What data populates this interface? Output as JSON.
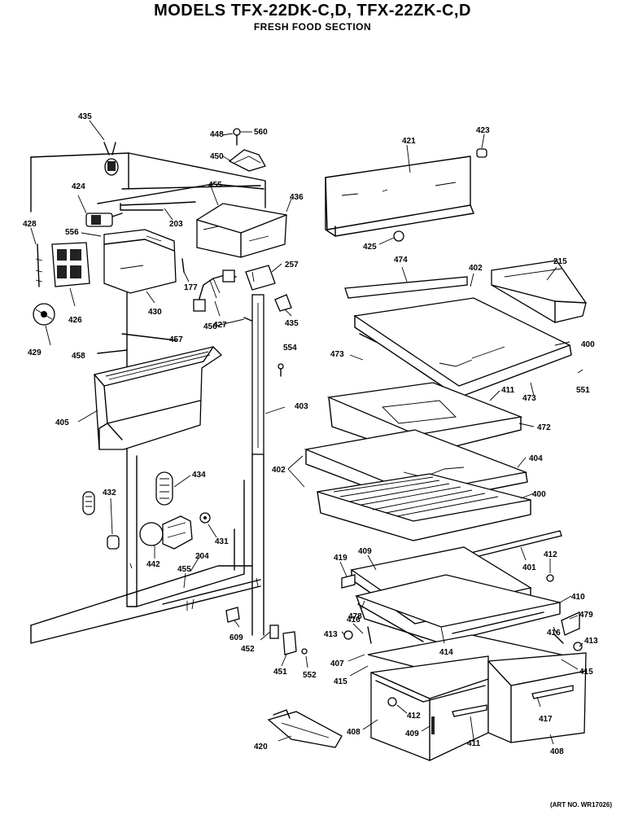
{
  "header": {
    "title": "MODELS TFX-22DK-C,D,  TFX-22ZK-C,D",
    "subtitle": "FRESH FOOD SECTION"
  },
  "footer": {
    "art_number": "(ART NO. WR17026)"
  },
  "callouts": [
    {
      "id": "c435a",
      "text": "435"
    },
    {
      "id": "c448",
      "text": "448"
    },
    {
      "id": "c560",
      "text": "560"
    },
    {
      "id": "c423",
      "text": "423"
    },
    {
      "id": "c421",
      "text": "421"
    },
    {
      "id": "c450",
      "text": "450"
    },
    {
      "id": "c424",
      "text": "424"
    },
    {
      "id": "c455a",
      "text": "455"
    },
    {
      "id": "c436",
      "text": "436"
    },
    {
      "id": "c428",
      "text": "428"
    },
    {
      "id": "c556",
      "text": "556"
    },
    {
      "id": "c203",
      "text": "203"
    },
    {
      "id": "c425",
      "text": "425"
    },
    {
      "id": "c474",
      "text": "474"
    },
    {
      "id": "c402a",
      "text": "402"
    },
    {
      "id": "c215",
      "text": "215"
    },
    {
      "id": "c257",
      "text": "257"
    },
    {
      "id": "c177",
      "text": "177"
    },
    {
      "id": "c426",
      "text": "426"
    },
    {
      "id": "c430",
      "text": "430"
    },
    {
      "id": "c427",
      "text": "427"
    },
    {
      "id": "c435b",
      "text": "435"
    },
    {
      "id": "c429",
      "text": "429"
    },
    {
      "id": "c456",
      "text": "456"
    },
    {
      "id": "c457",
      "text": "457"
    },
    {
      "id": "c400a",
      "text": "400"
    },
    {
      "id": "c458",
      "text": "458"
    },
    {
      "id": "c554",
      "text": "554"
    },
    {
      "id": "c473a",
      "text": "473"
    },
    {
      "id": "c551",
      "text": "551"
    },
    {
      "id": "c473b",
      "text": "473"
    },
    {
      "id": "c411a",
      "text": "411"
    },
    {
      "id": "c403",
      "text": "403"
    },
    {
      "id": "c405",
      "text": "405"
    },
    {
      "id": "c472",
      "text": "472"
    },
    {
      "id": "c404",
      "text": "404"
    },
    {
      "id": "c402b",
      "text": "402"
    },
    {
      "id": "c434",
      "text": "434"
    },
    {
      "id": "c400b",
      "text": "400"
    },
    {
      "id": "c432",
      "text": "432"
    },
    {
      "id": "c431",
      "text": "431"
    },
    {
      "id": "c442",
      "text": "442"
    },
    {
      "id": "c204",
      "text": "204"
    },
    {
      "id": "c419",
      "text": "419"
    },
    {
      "id": "c409a",
      "text": "409"
    },
    {
      "id": "c412a",
      "text": "412"
    },
    {
      "id": "c401",
      "text": "401"
    },
    {
      "id": "c455b",
      "text": "455"
    },
    {
      "id": "c410",
      "text": "410"
    },
    {
      "id": "c478a",
      "text": "478"
    },
    {
      "id": "c416a",
      "text": "416"
    },
    {
      "id": "c479",
      "text": "479"
    },
    {
      "id": "c609",
      "text": "609"
    },
    {
      "id": "c452",
      "text": "452"
    },
    {
      "id": "c413a",
      "text": "413"
    },
    {
      "id": "c414",
      "text": "414"
    },
    {
      "id": "c416b",
      "text": "416"
    },
    {
      "id": "c413b",
      "text": "413"
    },
    {
      "id": "c407",
      "text": "407"
    },
    {
      "id": "c415a",
      "text": "415"
    },
    {
      "id": "c415b",
      "text": "415"
    },
    {
      "id": "c451",
      "text": "451"
    },
    {
      "id": "c552",
      "text": "552"
    },
    {
      "id": "c412b",
      "text": "412"
    },
    {
      "id": "c417",
      "text": "417"
    },
    {
      "id": "c408a",
      "text": "408"
    },
    {
      "id": "c409b",
      "text": "409"
    },
    {
      "id": "c411b",
      "text": "411"
    },
    {
      "id": "c420",
      "text": "420"
    },
    {
      "id": "c408b",
      "text": "408"
    }
  ]
}
